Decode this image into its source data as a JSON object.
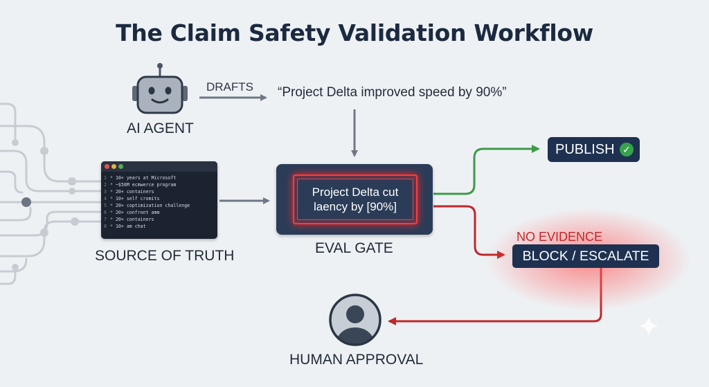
{
  "title": "The Claim Safety Validation Workflow",
  "agent": {
    "label": "AI AGENT",
    "icon": "robot-icon"
  },
  "drafts_label": "DRAFTS",
  "draft_claim": "“Project Delta improved speed by 90%”",
  "source": {
    "label": "SOURCE OF TRUTH",
    "lines": [
      {
        "n": "1",
        "text": "10+ years at Microsoft"
      },
      {
        "n": "2",
        "text": "~$50M ecmwerce program"
      },
      {
        "n": "3",
        "text": "20+ containers"
      },
      {
        "n": "4",
        "text": "10+ self cromits"
      },
      {
        "n": "5",
        "text": "20+ coptimization challenge"
      },
      {
        "n": "6",
        "text": "20+ confront amm"
      },
      {
        "n": "7",
        "text": "20+ containers"
      },
      {
        "n": "8",
        "text": "10+ am chat"
      }
    ]
  },
  "gate": {
    "label": "EVAL GATE",
    "line1": "Project Delta cut",
    "line2": "laency by [90%]"
  },
  "publish": {
    "label": "PUBLISH",
    "icon": "check-circle-icon"
  },
  "block": {
    "note": "NO EVIDENCE",
    "label": "BLOCK / ESCALATE"
  },
  "human": {
    "label": "HUMAN APPROVAL",
    "icon": "user-avatar-icon"
  },
  "colors": {
    "background": "#eef1f4",
    "navy": "#1e3150",
    "pass_green": "#36a24b",
    "fail_red": "#c0282a",
    "arrow_gray": "#6e7785"
  }
}
